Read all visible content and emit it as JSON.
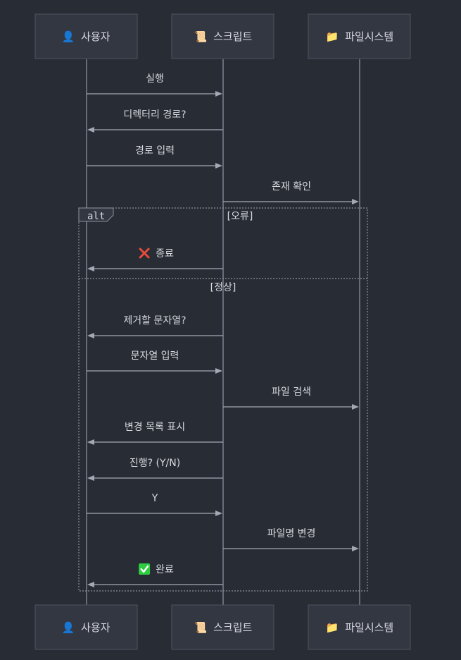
{
  "participants": [
    {
      "id": "user",
      "icon": "👤",
      "icon_name": "user-icon",
      "label": "사용자"
    },
    {
      "id": "script",
      "icon": "📜",
      "icon_name": "scroll-icon",
      "label": "스크립트"
    },
    {
      "id": "fs",
      "icon": "📁",
      "icon_name": "folder-icon",
      "label": "파일시스템"
    }
  ],
  "fragment": {
    "operator": "alt",
    "branches": [
      {
        "guard": "[오류]"
      },
      {
        "guard": "[정상]"
      }
    ]
  },
  "messages": [
    {
      "from": "user",
      "to": "script",
      "text": "실행"
    },
    {
      "from": "script",
      "to": "user",
      "text": "디렉터리 경로?"
    },
    {
      "from": "user",
      "to": "script",
      "text": "경로 입력"
    },
    {
      "from": "script",
      "to": "fs",
      "text": "존재 확인"
    },
    {
      "from": "script",
      "to": "user",
      "icon": "cross-mark-icon",
      "text": "종료"
    },
    {
      "from": "script",
      "to": "user",
      "text": "제거할 문자열?"
    },
    {
      "from": "user",
      "to": "script",
      "text": "문자열 입력"
    },
    {
      "from": "script",
      "to": "fs",
      "text": "파일 검색"
    },
    {
      "from": "script",
      "to": "user",
      "text": "변경 목록 표시"
    },
    {
      "from": "script",
      "to": "user",
      "text": "진행? (Y/N)"
    },
    {
      "from": "user",
      "to": "script",
      "text": "Y"
    },
    {
      "from": "script",
      "to": "fs",
      "text": "파일명 변경"
    },
    {
      "from": "script",
      "to": "user",
      "icon": "check-mark-icon",
      "text": "완료"
    }
  ],
  "colors": {
    "background": "#282c34",
    "cross_icon": "#e74c3c",
    "check_icon": "#2ecc40"
  }
}
